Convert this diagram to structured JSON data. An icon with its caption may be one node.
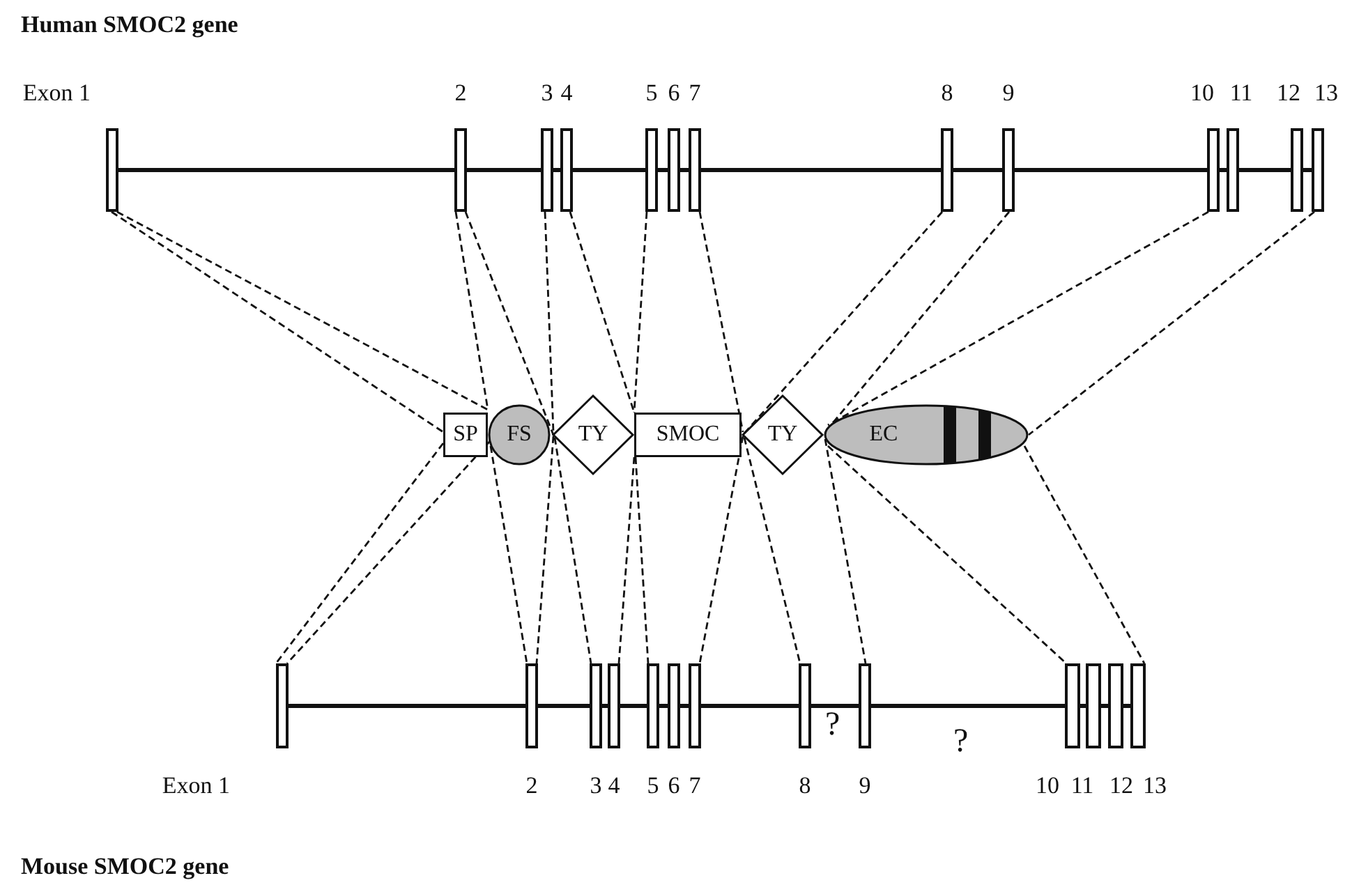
{
  "diagram": {
    "title": "Human SMOC2 gene",
    "nodes": [
      {
        "text": [],
        "shape": "box",
        "beside": [
          "Exon 1"
        ]
      },
      {
        "text": [],
        "shape": "box",
        "beside": [
          "2"
        ]
      },
      {
        "text": [],
        "shape": "box",
        "beside": [
          "3"
        ]
      },
      {
        "text": [],
        "shape": "box",
        "beside": [
          "4"
        ]
      },
      {
        "text": [],
        "shape": "box",
        "beside": [
          "5"
        ]
      },
      {
        "text": [],
        "shape": "box",
        "beside": [
          "6"
        ]
      },
      {
        "text": [],
        "shape": "box",
        "beside": [
          "7"
        ]
      },
      {
        "text": [],
        "shape": "box",
        "beside": [
          "8"
        ]
      },
      {
        "text": [],
        "shape": "box",
        "beside": [
          "9"
        ]
      },
      {
        "text": [],
        "shape": "box",
        "beside": [
          "10"
        ]
      },
      {
        "text": [],
        "shape": "box",
        "beside": [
          "11"
        ]
      },
      {
        "text": [],
        "shape": "box",
        "beside": [
          "12"
        ]
      },
      {
        "text": [],
        "shape": "box",
        "beside": [
          "13"
        ]
      },
      {
        "text": [
          "SP"
        ]
      },
      {
        "text": [
          "FS"
        ]
      },
      {
        "text": [
          "TY"
        ]
      },
      {
        "text": [
          "SMOC"
        ]
      },
      {
        "text": [
          "TY"
        ]
      },
      {
        "text": [
          "EC"
        ]
      },
      {
        "text": [],
        "shape": "box",
        "beside": [
          "Exon 1"
        ]
      },
      {
        "text": [],
        "shape": "box",
        "beside": [
          "2"
        ]
      },
      {
        "text": [],
        "shape": "box",
        "beside": [
          "3"
        ]
      },
      {
        "text": [],
        "shape": "box",
        "beside": [
          "4"
        ]
      },
      {
        "text": [],
        "shape": "box",
        "beside": [
          "5"
        ]
      },
      {
        "text": [],
        "shape": "box",
        "beside": [
          "6"
        ]
      },
      {
        "text": [],
        "shape": "box",
        "beside": [
          "7"
        ]
      },
      {
        "text": [],
        "shape": "box",
        "beside": [
          "8"
        ]
      },
      {
        "text": [],
        "shape": "box",
        "beside": [
          "9"
        ]
      },
      {
        "text": [],
        "shape": "box",
        "beside": [
          "10"
        ]
      },
      {
        "text": [],
        "shape": "box",
        "beside": [
          "11"
        ]
      },
      {
        "text": [],
        "shape": "box",
        "beside": [
          "12"
        ]
      },
      {
        "text": [],
        "shape": "box",
        "beside": [
          "13"
        ]
      }
    ],
    "edges": [
      {
        "from": 0,
        "to": 13,
        "arrow": "none",
        "style": "dashed"
      },
      {
        "from": 0,
        "to": 14,
        "arrow": "none",
        "style": "dashed"
      },
      {
        "from": 1,
        "to": 14,
        "arrow": "none",
        "style": "dashed"
      },
      {
        "from": 1,
        "to": 15,
        "arrow": "none",
        "style": "dashed"
      },
      {
        "from": 2,
        "to": 15,
        "arrow": "none",
        "style": "dashed"
      },
      {
        "from": 3,
        "to": 16,
        "arrow": "none",
        "style": "dashed"
      },
      {
        "from": 4,
        "to": 16,
        "arrow": "none",
        "style": "dashed"
      },
      {
        "from": 6,
        "to": 17,
        "arrow": "none",
        "style": "dashed"
      },
      {
        "from": 7,
        "to": 17,
        "arrow": "none",
        "style": "dashed"
      },
      {
        "from": 8,
        "to": 18,
        "arrow": "none",
        "style": "dashed"
      },
      {
        "from": 9,
        "to": 18,
        "arrow": "none",
        "style": "dashed"
      },
      {
        "from": 12,
        "to": 18,
        "arrow": "none",
        "style": "dashed"
      },
      {
        "from": 13,
        "to": 19,
        "arrow": "none",
        "style": "dashed"
      },
      {
        "from": 14,
        "to": 19,
        "arrow": "none",
        "style": "dashed"
      },
      {
        "from": 14,
        "to": 20,
        "arrow": "none",
        "style": "dashed"
      },
      {
        "from": 15,
        "to": 20,
        "arrow": "none",
        "style": "dashed"
      },
      {
        "from": 15,
        "to": 21,
        "arrow": "none",
        "style": "dashed"
      },
      {
        "from": 16,
        "to": 22,
        "arrow": "none",
        "style": "dashed"
      },
      {
        "from": 16,
        "to": 23,
        "arrow": "none",
        "style": "dashed"
      },
      {
        "from": 17,
        "to": 25,
        "arrow": "none",
        "style": "dashed"
      },
      {
        "from": 17,
        "to": 26,
        "arrow": "none",
        "style": "dashed"
      },
      {
        "from": 18,
        "to": 27,
        "arrow": "none",
        "style": "dashed"
      },
      {
        "from": 18,
        "to": 28,
        "arrow": "none",
        "style": "dashed"
      },
      {
        "from": 18,
        "to": 31,
        "arrow": "none",
        "style": "dashed"
      },
      {
        "from": 0,
        "to": 1,
        "arrow": "none",
        "style": "thick"
      },
      {
        "from": 1,
        "to": 2,
        "arrow": "none",
        "style": "thick"
      },
      {
        "from": 2,
        "to": 3,
        "arrow": "none",
        "style": "thick"
      },
      {
        "from": 3,
        "to": 4,
        "arrow": "none",
        "style": "thick"
      },
      {
        "from": 4,
        "to": 5,
        "arrow": "none",
        "style": "thick"
      },
      {
        "from": 5,
        "to": 6,
        "arrow": "none",
        "style": "thick"
      },
      {
        "from": 6,
        "to": 7,
        "arrow": "none",
        "style": "thick"
      },
      {
        "from": 7,
        "to": 8,
        "arrow": "none",
        "style": "thick"
      },
      {
        "from": 8,
        "to": 9,
        "arrow": "none",
        "style": "thick"
      },
      {
        "from": 9,
        "to": 10,
        "arrow": "none",
        "style": "thick"
      },
      {
        "from": 10,
        "to": 11,
        "arrow": "none",
        "style": "thick"
      },
      {
        "from": 11,
        "to": 12,
        "arrow": "none",
        "style": "thick"
      },
      {
        "from": 19,
        "to": 20,
        "arrow": "none",
        "style": "thick"
      },
      {
        "from": 20,
        "to": 21,
        "arrow": "none",
        "style": "thick"
      },
      {
        "from": 21,
        "to": 22,
        "arrow": "none",
        "style": "thick"
      },
      {
        "from": 22,
        "to": 23,
        "arrow": "none",
        "style": "thick"
      },
      {
        "from": 23,
        "to": 24,
        "arrow": "none",
        "style": "thick"
      },
      {
        "from": 24,
        "to": 25,
        "arrow": "none",
        "style": "thick"
      },
      {
        "from": 25,
        "to": 26,
        "arrow": "none",
        "style": "thick"
      },
      {
        "from": 26,
        "to": 27,
        "arrow": "none",
        "style": "thick"
      },
      {
        "from": 27,
        "to": 28,
        "arrow": "none",
        "style": "thick"
      },
      {
        "from": 28,
        "to": 29,
        "arrow": "none",
        "style": "thick"
      },
      {
        "from": 29,
        "to": 30,
        "arrow": "none",
        "style": "thick"
      },
      {
        "from": 30,
        "to": 31,
        "arrow": "none",
        "style": "thick"
      }
    ],
    "labels": [
      "?",
      "?",
      "Mouse SMOC2 gene"
    ]
  }
}
